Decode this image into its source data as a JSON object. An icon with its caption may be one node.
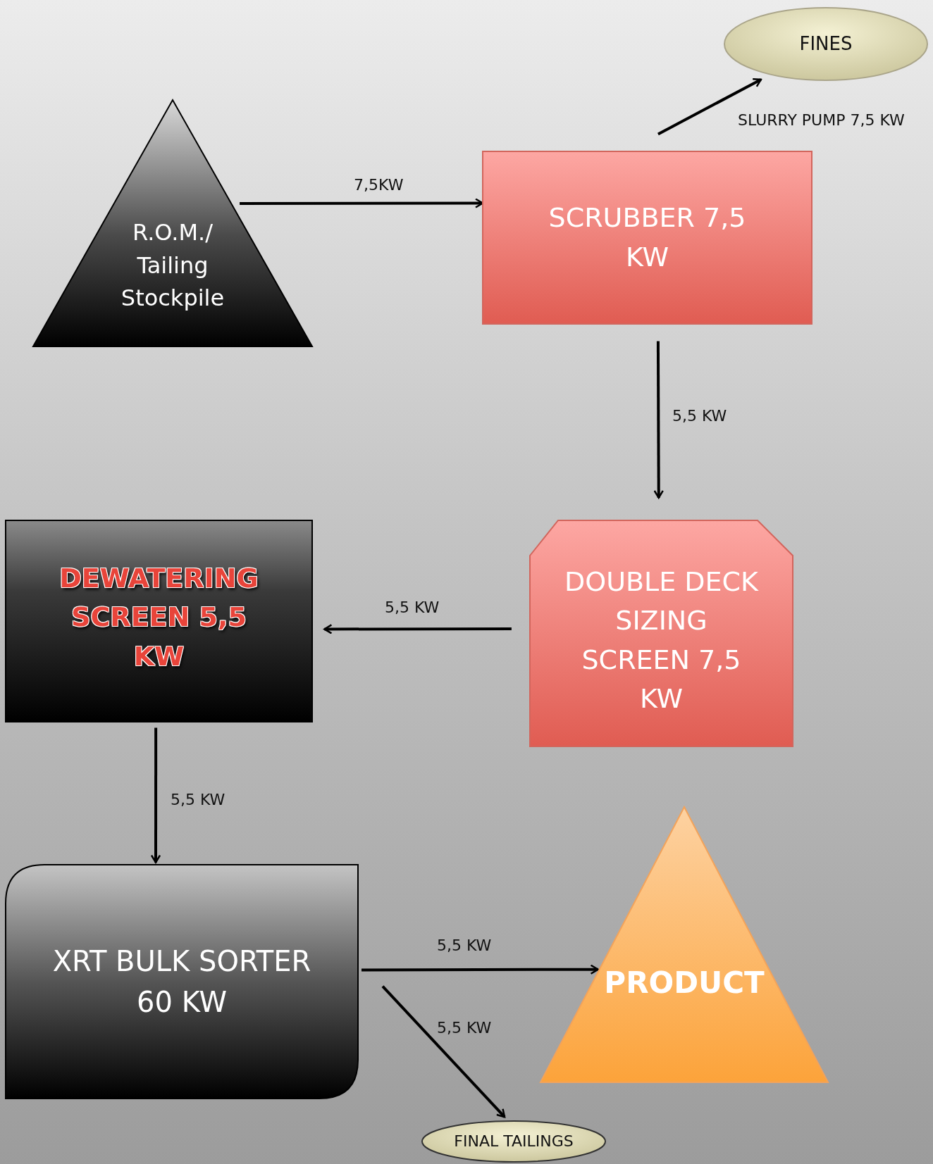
{
  "diagram": {
    "nodes": [
      {
        "text": [
          "R.O.M./ Tailing Stockpile"
        ]
      },
      {
        "text": [
          "FINES"
        ]
      },
      {
        "text": [
          "SCRUBBER 7,5 KW"
        ]
      },
      {
        "text": [
          "DOUBLE DECK SIZING SCREEN 7,5 KW"
        ]
      },
      {
        "text": [
          "DEWATERING SCREEN 5,5 KW"
        ]
      },
      {
        "text": [
          "XRT BULK SORTER 60 KW"
        ]
      },
      {
        "text": [
          "PRODUCT"
        ]
      },
      {
        "text": [
          "FINAL TAILINGS"
        ]
      }
    ],
    "edges": [
      {
        "from": 0,
        "to": 2,
        "arrow": "to",
        "label": "7,5KW"
      },
      {
        "from": 2,
        "to": 1,
        "arrow": "to",
        "label": "SLURRY PUMP 7,5 KW"
      },
      {
        "from": 2,
        "to": 3,
        "arrow": "to",
        "label": "5,5 KW"
      },
      {
        "from": 3,
        "to": 4,
        "arrow": "to",
        "label": "5,5 KW"
      },
      {
        "from": 4,
        "to": 5,
        "arrow": "to",
        "label": "5,5 KW"
      },
      {
        "from": 5,
        "to": 6,
        "arrow": "to",
        "label": "5,5 KW"
      },
      {
        "from": 5,
        "to": 7,
        "arrow": "to",
        "label": "5,5 KW"
      }
    ]
  }
}
